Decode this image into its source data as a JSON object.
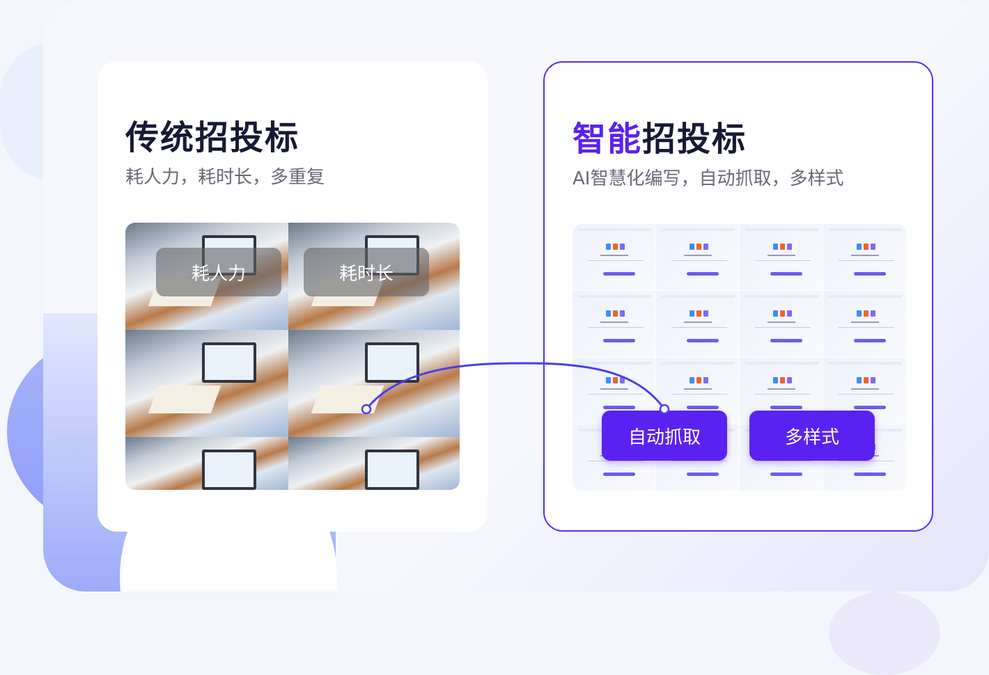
{
  "traditional": {
    "title": "传统招投标",
    "subtitle": "耗人力，耗时长，多重复",
    "tags": [
      "耗人力",
      "耗时长"
    ]
  },
  "smart": {
    "title_accent": "智能",
    "title_rest": "招投标",
    "subtitle": "AI智慧化编写，自动抓取，多样式",
    "buttons": [
      "自动抓取",
      "多样式"
    ]
  },
  "colors": {
    "accent": "#5a22f0",
    "curve": "#4a3df0"
  }
}
